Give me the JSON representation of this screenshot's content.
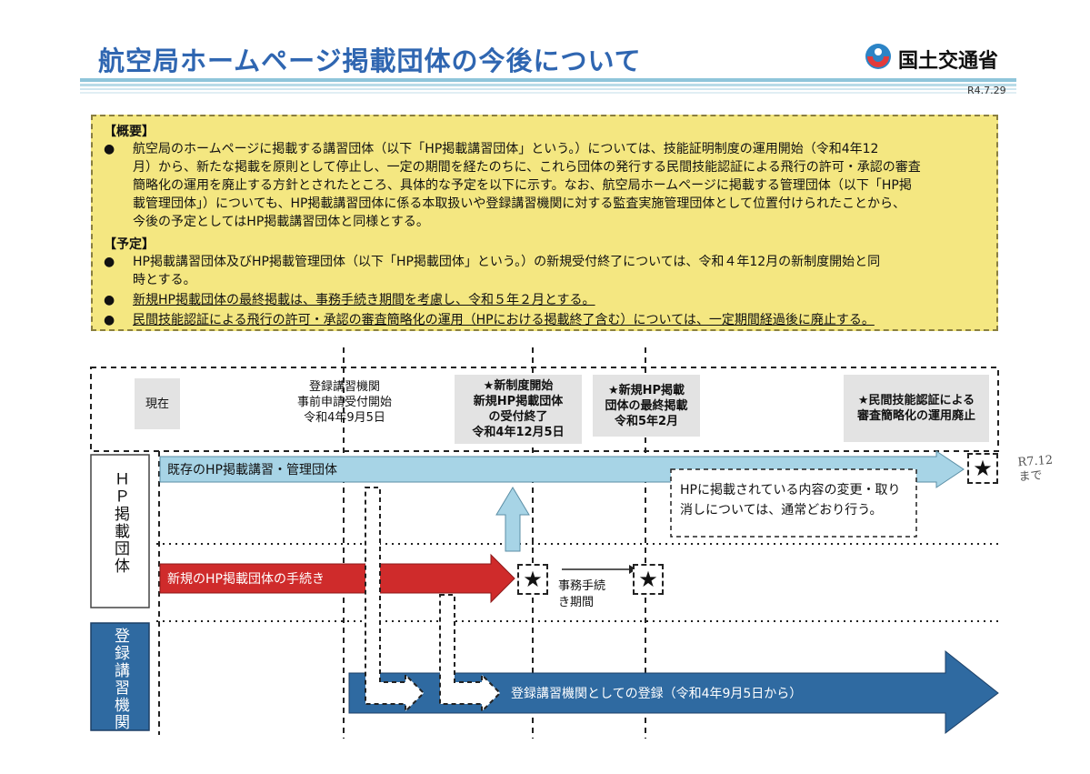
{
  "header": {
    "title": "航空局ホームページ掲載団体の今後について",
    "ministry": "国土交通省",
    "date": "R4.7.29",
    "accent_color": "#2f66b1"
  },
  "summary": {
    "overview_heading": "【概要】",
    "overview_items": [
      "航空局のホームページに掲載する講習団体（以下「HP掲載講習団体」という。）については、技能証明制度の運用開始（令和4年12\n月）から、新たな掲載を原則として停止し、一定の期間を経たのちに、これら団体の発行する民間技能認証による飛行の許可・承認の審査\n簡略化の運用を廃止する方針とされたところ、具体的な予定を以下に示す。なお、航空局ホームページに掲載する管理団体（以下「HP掲\n載管理団体」）についても、HP掲載講習団体に係る本取扱いや登録講習機関に対する監査実施管理団体として位置付けられたことから、\n今後の予定としてはHP掲載講習団体と同様とする。"
    ],
    "schedule_heading": "【予定】",
    "schedule_items": [
      "HP掲載講習団体及びHP掲載管理団体（以下「HP掲載団体」という。）の新規受付終了については、令和４年12月の新制度開始と同\n時とする。",
      "新規HP掲載団体の最終掲載は、事務手続き期間を考慮し、令和５年２月とする。",
      "民間技能認証による飛行の許可・承認の審査簡略化の運用（HPにおける掲載終了含む）については、一定期間経過後に廃止する。"
    ],
    "bullet": "●",
    "box_color": "#f4e781"
  },
  "timeline": {
    "stages": [
      "現在",
      "登録講習機関\n事前申請受付開始\n令和4年9月5日",
      "★新制度開始\n新規HP掲載団体\nの受付終了\n令和4年12月5日",
      "★新規HP掲載\n団体の最終掲載\n令和5年2月",
      "★民間技能認証による\n審査簡略化の運用廃止"
    ],
    "rows": {
      "hp_groups": "ＨＰ掲載団体",
      "registered": "登録講習機関"
    },
    "arrows": {
      "existing": "既存のHP掲載講習・管理団体",
      "new_procedure": "新規のHP掲載団体の手続き",
      "registration": "登録講習機関としての登録（令和4年9月5日から）"
    },
    "note": "HPに掲載されている内容の変更・取り\n消しについては、通常どおり行う。",
    "admin_period": "事務手続\nき期間",
    "star": "★",
    "handwritten_note": "R7.12\nまで",
    "colors": {
      "light_blue": "#a7d4e6",
      "red": "#cf2b2b",
      "dark_blue": "#2f6aa1"
    }
  }
}
